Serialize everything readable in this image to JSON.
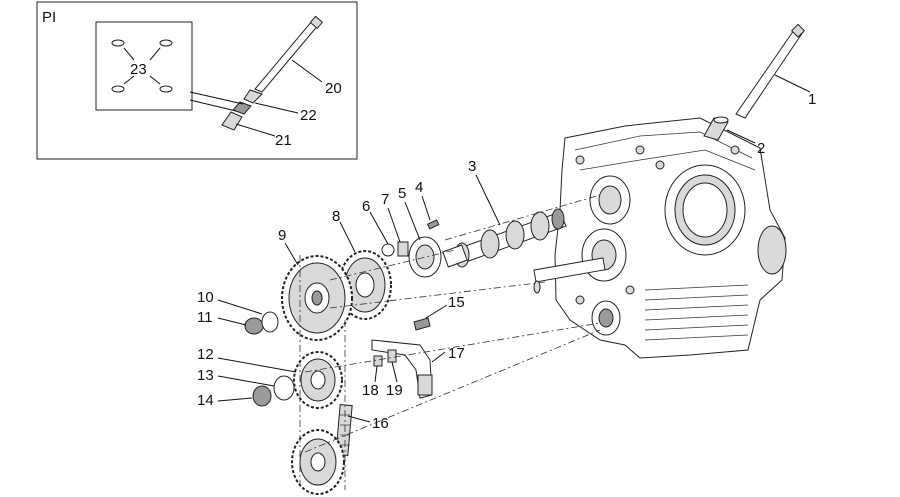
{
  "inset": {
    "title": "PI"
  },
  "callouts": [
    {
      "id": "1",
      "label": "1"
    },
    {
      "id": "2",
      "label": "2"
    },
    {
      "id": "3",
      "label": "3"
    },
    {
      "id": "4",
      "label": "4"
    },
    {
      "id": "5",
      "label": "5"
    },
    {
      "id": "6",
      "label": "6"
    },
    {
      "id": "7",
      "label": "7"
    },
    {
      "id": "8",
      "label": "8"
    },
    {
      "id": "9",
      "label": "9"
    },
    {
      "id": "10",
      "label": "10"
    },
    {
      "id": "11",
      "label": "11"
    },
    {
      "id": "12",
      "label": "12"
    },
    {
      "id": "13",
      "label": "13"
    },
    {
      "id": "14",
      "label": "14"
    },
    {
      "id": "15",
      "label": "15"
    },
    {
      "id": "16",
      "label": "16"
    },
    {
      "id": "17",
      "label": "17"
    },
    {
      "id": "18",
      "label": "18"
    },
    {
      "id": "19",
      "label": "19"
    },
    {
      "id": "20",
      "label": "20"
    },
    {
      "id": "21",
      "label": "21"
    },
    {
      "id": "22",
      "label": "22"
    },
    {
      "id": "23",
      "label": "23"
    }
  ]
}
